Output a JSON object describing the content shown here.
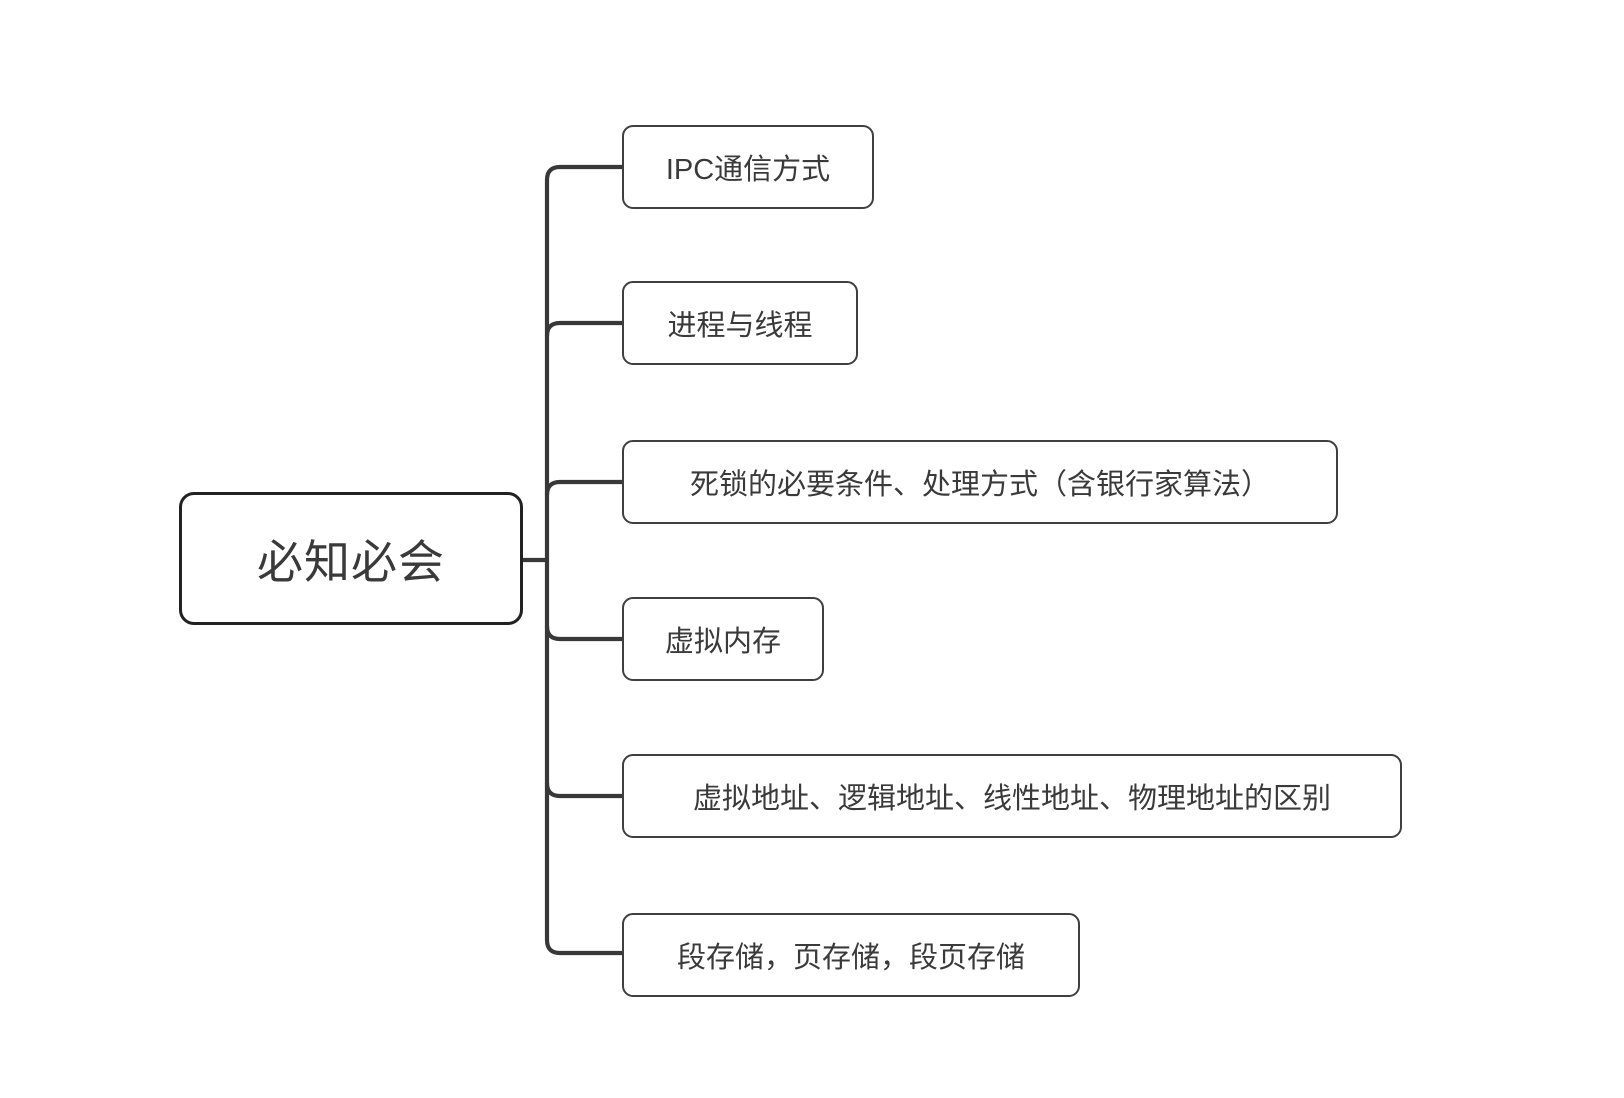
{
  "diagram": {
    "type": "mindmap",
    "root": {
      "label": "必知必会"
    },
    "children": [
      {
        "label": "IPC通信方式"
      },
      {
        "label": "进程与线程"
      },
      {
        "label": "死锁的必要条件、处理方式（含银行家算法）"
      },
      {
        "label": "虚拟内存"
      },
      {
        "label": "虚拟地址、逻辑地址、线性地址、物理地址的区别"
      },
      {
        "label": "段存储，页存储，段页存储"
      }
    ],
    "colors": {
      "background": "#ffffff",
      "connector_line": "#383838",
      "node_border": "#3f3f3f",
      "root_border": "#222222",
      "text": "#3a3a3a",
      "node_fill": "#ffffff"
    }
  }
}
